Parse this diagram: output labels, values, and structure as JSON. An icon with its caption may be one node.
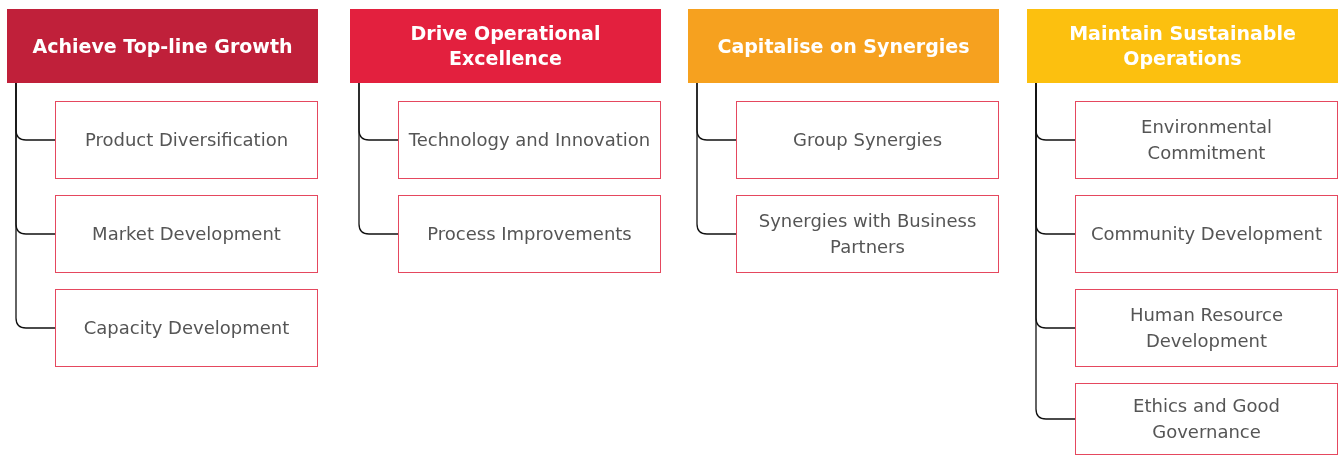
{
  "diagram": {
    "nodes": [
      {
        "text": [
          "Achieve Top-line Growth"
        ]
      },
      {
        "text": [
          "Product Diversification"
        ]
      },
      {
        "text": [
          "Market Development"
        ]
      },
      {
        "text": [
          "Capacity Development"
        ]
      },
      {
        "text": [
          "Drive Operational Excellence"
        ]
      },
      {
        "text": [
          "Technology and Innovation"
        ]
      },
      {
        "text": [
          "Process Improvements"
        ]
      },
      {
        "text": [
          "Capitalise on Synergies"
        ]
      },
      {
        "text": [
          "Group Synergies"
        ]
      },
      {
        "text": [
          "Synergies with Business Partners"
        ]
      },
      {
        "text": [
          "Maintain Sustainable Operations"
        ]
      },
      {
        "text": [
          "Environmental Commitment"
        ]
      },
      {
        "text": [
          "Community Development"
        ]
      },
      {
        "text": [
          "Human Resource Development"
        ]
      },
      {
        "text": [
          "Ethics and Good Governance"
        ]
      }
    ],
    "edges": [
      {
        "from": 0,
        "to": 1,
        "arrow": "none"
      },
      {
        "from": 0,
        "to": 2,
        "arrow": "none"
      },
      {
        "from": 0,
        "to": 3,
        "arrow": "none"
      },
      {
        "from": 4,
        "to": 5,
        "arrow": "none"
      },
      {
        "from": 4,
        "to": 6,
        "arrow": "none"
      },
      {
        "from": 7,
        "to": 8,
        "arrow": "none"
      },
      {
        "from": 7,
        "to": 9,
        "arrow": "none"
      },
      {
        "from": 10,
        "to": 11,
        "arrow": "none"
      },
      {
        "from": 10,
        "to": 12,
        "arrow": "none"
      },
      {
        "from": 10,
        "to": 13,
        "arrow": "none"
      },
      {
        "from": 10,
        "to": 14,
        "arrow": "none"
      }
    ]
  }
}
